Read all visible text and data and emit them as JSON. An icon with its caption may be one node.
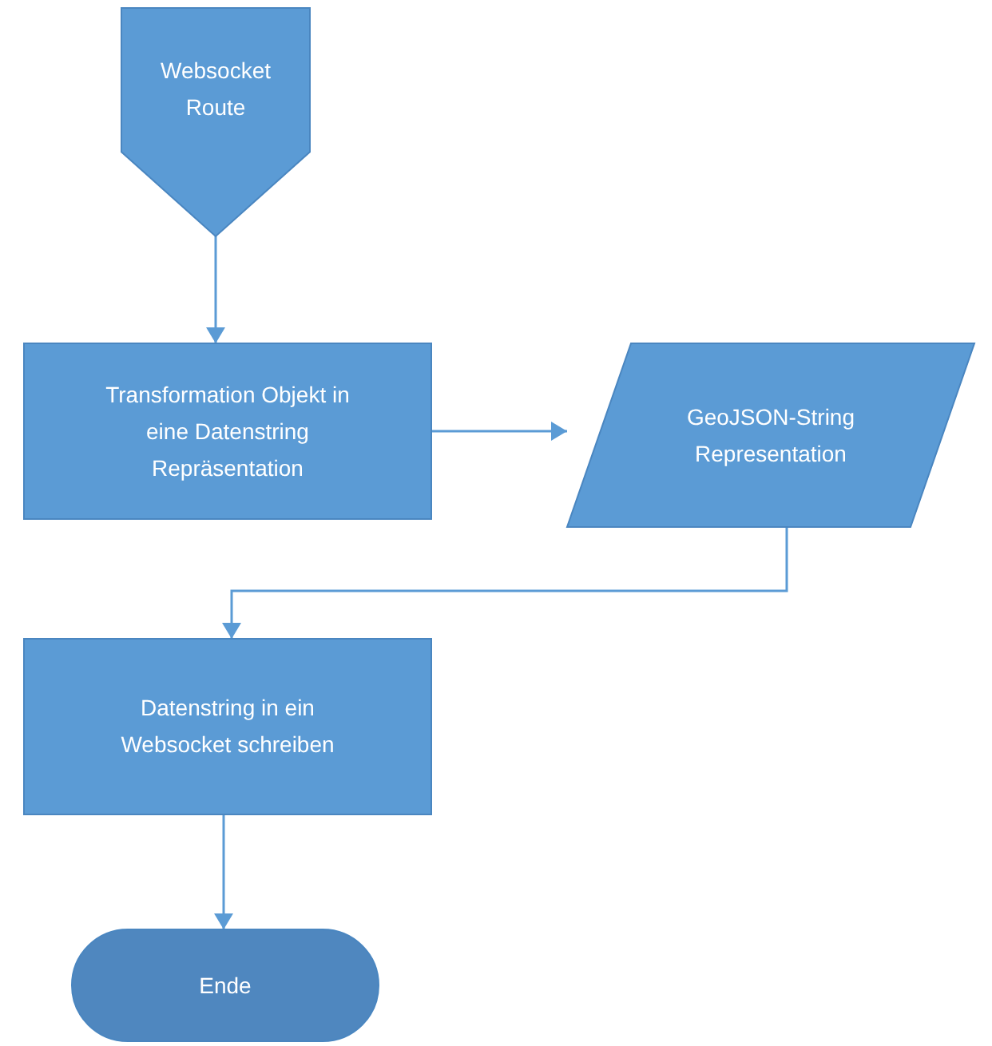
{
  "diagram": {
    "nodes": [
      {
        "text": [
          "Websocket Route"
        ]
      },
      {
        "text": [
          "Transformation Objekt in eine Datenstring Repräsentation"
        ]
      },
      {
        "text": [
          "GeoJSON-String Representation"
        ]
      },
      {
        "text": [
          "Datenstring in ein Websocket schreiben"
        ]
      },
      {
        "text": [
          "Ende"
        ]
      }
    ],
    "edges": [
      {
        "from": 0,
        "to": 1,
        "arrow": "to"
      },
      {
        "from": 1,
        "to": 2,
        "arrow": "to"
      },
      {
        "from": 2,
        "to": 3,
        "arrow": "to"
      },
      {
        "from": 3,
        "to": 4,
        "arrow": "to"
      }
    ]
  }
}
